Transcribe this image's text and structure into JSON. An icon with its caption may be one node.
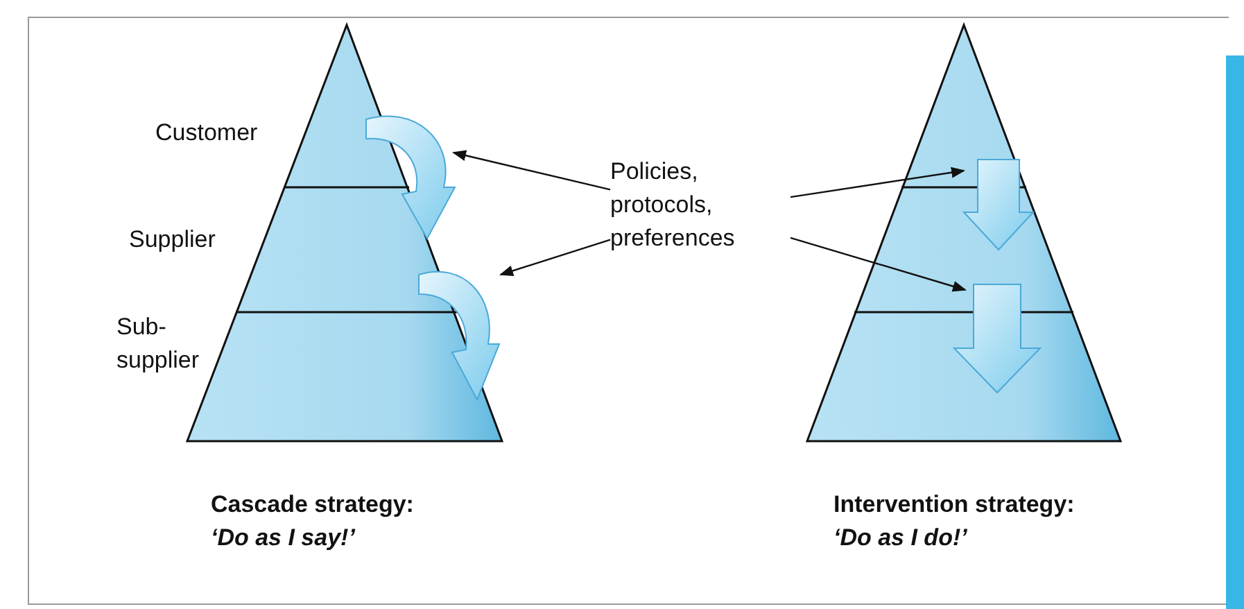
{
  "diagram": {
    "nodes": [
      {
        "text": [
          "Policies, protocols, preferences"
        ]
      },
      {
        "text": [],
        "shape": "arrow"
      },
      {
        "text": [],
        "shape": "arrow"
      },
      {
        "text": [],
        "shape": "arrow"
      },
      {
        "text": [],
        "shape": "arrow"
      }
    ],
    "edges": [
      {
        "from": 0,
        "to": 1,
        "arrow": "to"
      },
      {
        "from": 0,
        "to": 2,
        "arrow": "to"
      },
      {
        "from": 0,
        "to": 3,
        "arrow": "to"
      },
      {
        "from": 0,
        "to": 4,
        "arrow": "to"
      }
    ],
    "labels": [
      "Customer",
      "Supplier",
      "Sub- supplier",
      "Cascade strategy:",
      "‘Do as I say!’",
      "Intervention strategy:",
      "‘Do as I do!’"
    ]
  }
}
